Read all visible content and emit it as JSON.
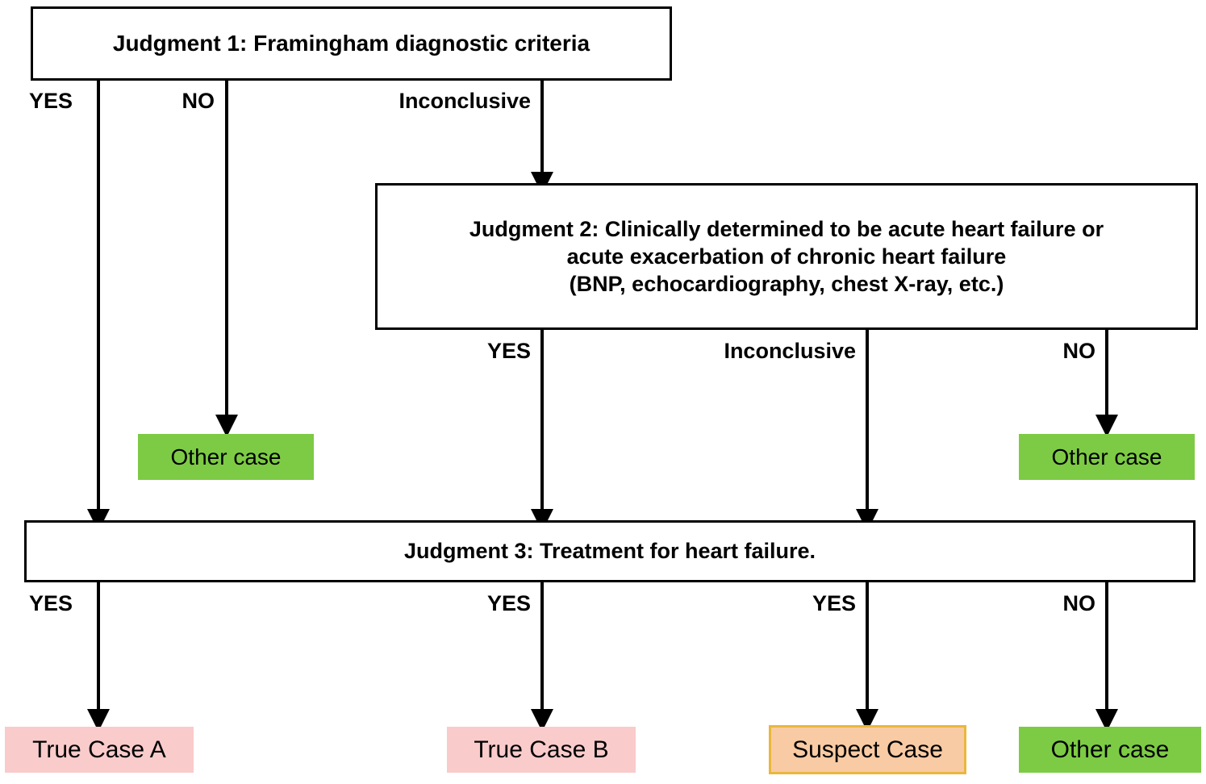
{
  "diagram": {
    "title": "Heart failure case adjudication flowchart",
    "colors": {
      "box_border": "#000000",
      "box_fill": "#ffffff",
      "other_case_fill": "#7DCB45",
      "true_case_fill": "#F9CBCB",
      "suspect_case_fill": "#F8CBA4",
      "suspect_case_border": "#EAB73B",
      "edge_color": "#000000",
      "text_color": "#000000"
    },
    "nodes": {
      "judgment1": {
        "label": "Judgment 1: Framingham diagnostic criteria",
        "type": "decision"
      },
      "judgment2": {
        "line1": "Judgment 2: Clinically determined to be acute heart failure or",
        "line2": "acute exacerbation of chronic heart failure",
        "line3": "(BNP, echocardiography, chest X-ray, etc.)",
        "type": "decision"
      },
      "judgment3": {
        "label": "Judgment 3: Treatment for heart failure.",
        "type": "decision"
      },
      "other_case_j1_no": {
        "label": "Other case",
        "type": "terminal",
        "color": "green"
      },
      "other_case_j2_no": {
        "label": "Other case",
        "type": "terminal",
        "color": "green"
      },
      "true_case_a": {
        "label": "True Case A",
        "type": "terminal",
        "color": "pink"
      },
      "true_case_b": {
        "label": "True Case B",
        "type": "terminal",
        "color": "pink"
      },
      "suspect_case": {
        "label": "Suspect Case",
        "type": "terminal",
        "color": "peach"
      },
      "other_case_j3_no": {
        "label": "Other case",
        "type": "terminal",
        "color": "green"
      }
    },
    "edge_labels": {
      "j1_yes": "YES",
      "j1_no": "NO",
      "j1_inconclusive": "Inconclusive",
      "j2_yes": "YES",
      "j2_inconclusive": "Inconclusive",
      "j2_no": "NO",
      "j3_yes_a": "YES",
      "j3_yes_b": "YES",
      "j3_yes_suspect": "YES",
      "j3_no": "NO"
    }
  }
}
